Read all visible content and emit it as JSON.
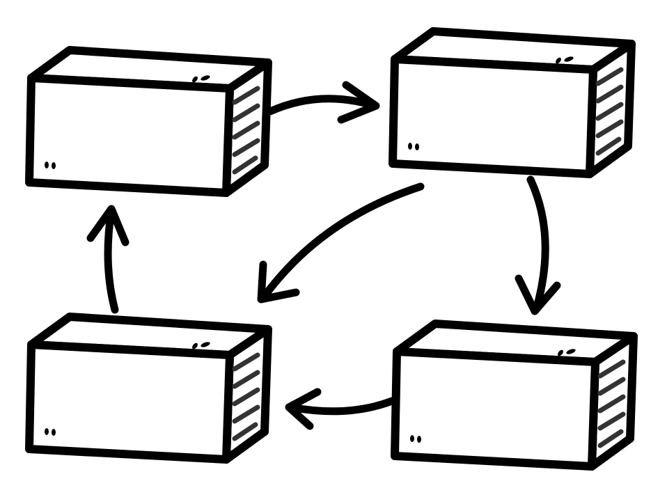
{
  "colors": {
    "ink": "#000000",
    "fill": "#ffffff",
    "hatch": "#333333"
  },
  "diagram": {
    "nodes": [
      "box-top-left",
      "box-top-right",
      "box-bottom-right",
      "box-bottom-left"
    ],
    "edges": [
      {
        "from": "box-top-left",
        "to": "box-top-right"
      },
      {
        "from": "box-top-right",
        "to": "box-bottom-right"
      },
      {
        "from": "box-top-right",
        "to": "box-bottom-left"
      },
      {
        "from": "box-bottom-right",
        "to": "box-bottom-left"
      },
      {
        "from": "box-bottom-left",
        "to": "box-top-left"
      }
    ]
  }
}
